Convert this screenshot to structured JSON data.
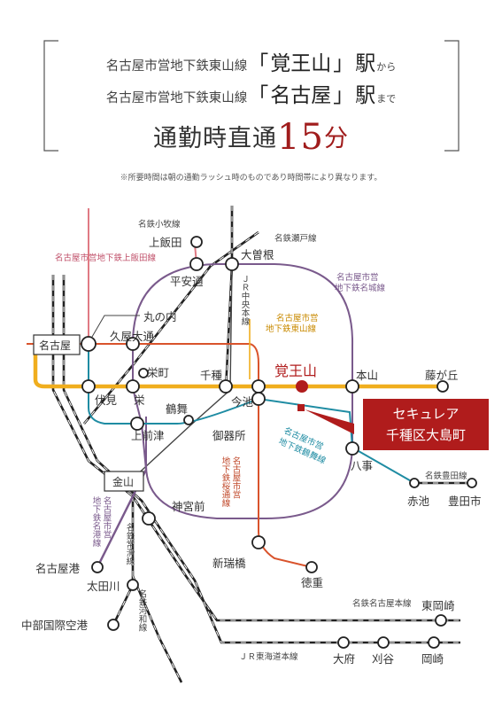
{
  "header": {
    "line1": {
      "prefix": "名古屋市営地下鉄東山線",
      "open": "「",
      "station": "覚王山",
      "close": "」",
      "eki": "駅",
      "suffix": "から"
    },
    "line2": {
      "prefix": "名古屋市営地下鉄東山線",
      "open": "「",
      "station": "名古屋",
      "close": "」",
      "eki": "駅",
      "suffix": "まで"
    },
    "line3": {
      "text": "通勤時直通",
      "number": "15",
      "unit": "分"
    },
    "note": "※所要時間は朝の通勤ラッシュ時のものであり時間帯により異なります。"
  },
  "map": {
    "colors": {
      "higashiyama": "#f0ae1e",
      "meijo": "#7a5a8c",
      "tsurumai": "#1f8ca3",
      "sakuradori": "#d9532c",
      "kamiiida": "#e07a84",
      "bracket": "#555555",
      "rail": "#222222",
      "highlight": "#b01c1c"
    },
    "line_labels": {
      "meitetsu_komaki": "名鉄小牧線",
      "kamiiida": "名古屋市営地下鉄上飯田線",
      "seto": "名鉄瀬戸線",
      "jr_chuo": "ＪＲ中央本線",
      "meijo": [
        "名古屋市営",
        "地下鉄名城線"
      ],
      "higashiyama": [
        "名古屋市営",
        "地下鉄東山線"
      ],
      "tsurumai": [
        "名古屋市営",
        "地下鉄鶴舞線"
      ],
      "sakuradori": [
        "名古屋市営",
        "地下鉄桜通線"
      ],
      "meiko": [
        "名古屋市営",
        "地下鉄名港線"
      ],
      "meitetsu_tokoname": "名鉄常滑線",
      "meitetsu_kowa": "名鉄河和線",
      "meitetsu_toyota": "名鉄豊田線",
      "meitetsu_nagoya": "名鉄名古屋本線",
      "jr_tokaido": "ＪＲ東海道本線"
    },
    "stations": {
      "kamiiida": "上飯田",
      "heiando": "平安通",
      "ozone": "大曽根",
      "marunouchi": "丸の内",
      "nagoya": "名古屋",
      "hisaya": "久屋大通",
      "kakuozan": "覚王山",
      "motoyama": "本山",
      "fujigaoka": "藤が丘",
      "sakae_machi": "栄町",
      "chikusa": "千種",
      "fushimi": "伏見",
      "sakae": "栄",
      "imaike": "今池",
      "tsurumai": "鶴舞",
      "kamimaezu": "上前津",
      "gokiso": "御器所",
      "yagoto": "八事",
      "kanayama": "金山",
      "jingumae": "神宮前",
      "akaike": "赤池",
      "toyotashi": "豊田市",
      "nagoyako": "名古屋港",
      "otagawa": "太田川",
      "shinmizuho": "新瑞橋",
      "tokushige": "徳重",
      "chubu_airport": "中部国際空港",
      "higashiokazaki": "東岡崎",
      "obu": "大府",
      "kariya": "刈谷",
      "okazaki": "岡崎"
    },
    "property": {
      "line1": "セキュレア",
      "line2": "千種区大島町"
    }
  }
}
